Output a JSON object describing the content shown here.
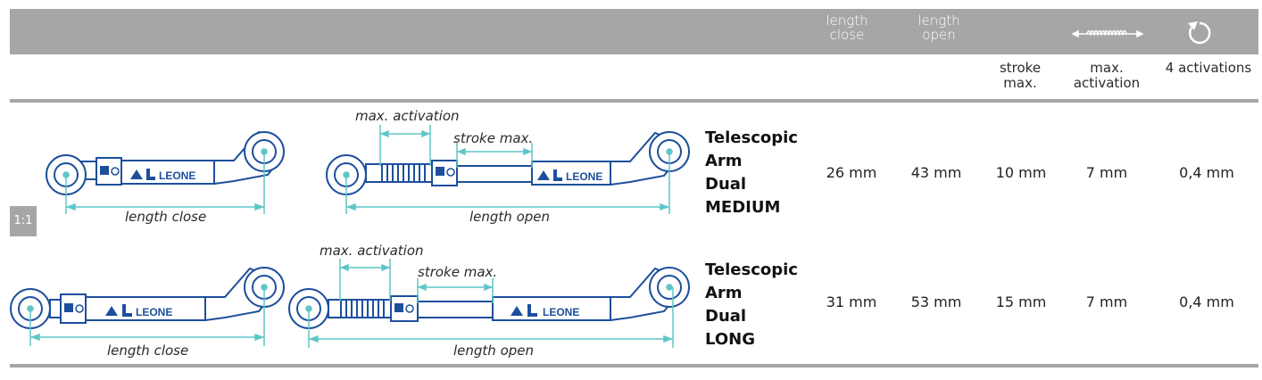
{
  "header": {
    "length_close": [
      "length",
      "close"
    ],
    "length_open": [
      "length",
      "open"
    ],
    "spring_icon": "spring-icon",
    "rotation_icon": "rotation-icon"
  },
  "subheader": {
    "stroke_max": [
      "stroke",
      "max."
    ],
    "max_activation": [
      "max.",
      "activation"
    ],
    "four_activations": "4 activations"
  },
  "scale_badge": "1:1",
  "colors": {
    "header_gray": "#a5a6a8",
    "drawing_blue": "#1d4f9c",
    "dim_cyan": "#5fc6c7"
  },
  "rows": [
    {
      "name": [
        "Telescopic",
        "Arm",
        "Dual",
        "MEDIUM"
      ],
      "length_close": "26 mm",
      "length_open": "43 mm",
      "stroke_max": "10 mm",
      "max_activation": "7 mm",
      "four_activations": "0,4 mm",
      "drawing_labels": {
        "length_close": "length close",
        "length_open": "length open",
        "max_activation": "max. activation",
        "stroke_max": "stroke max.",
        "logo": "LEONE"
      }
    },
    {
      "name": [
        "Telescopic",
        "Arm",
        "Dual",
        "LONG"
      ],
      "length_close": "31 mm",
      "length_open": "53 mm",
      "stroke_max": "15 mm",
      "max_activation": "7 mm",
      "four_activations": "0,4 mm",
      "drawing_labels": {
        "length_close": "length close",
        "length_open": "length open",
        "max_activation": "max. activation",
        "stroke_max": "stroke max.",
        "logo": "LEONE"
      }
    }
  ]
}
